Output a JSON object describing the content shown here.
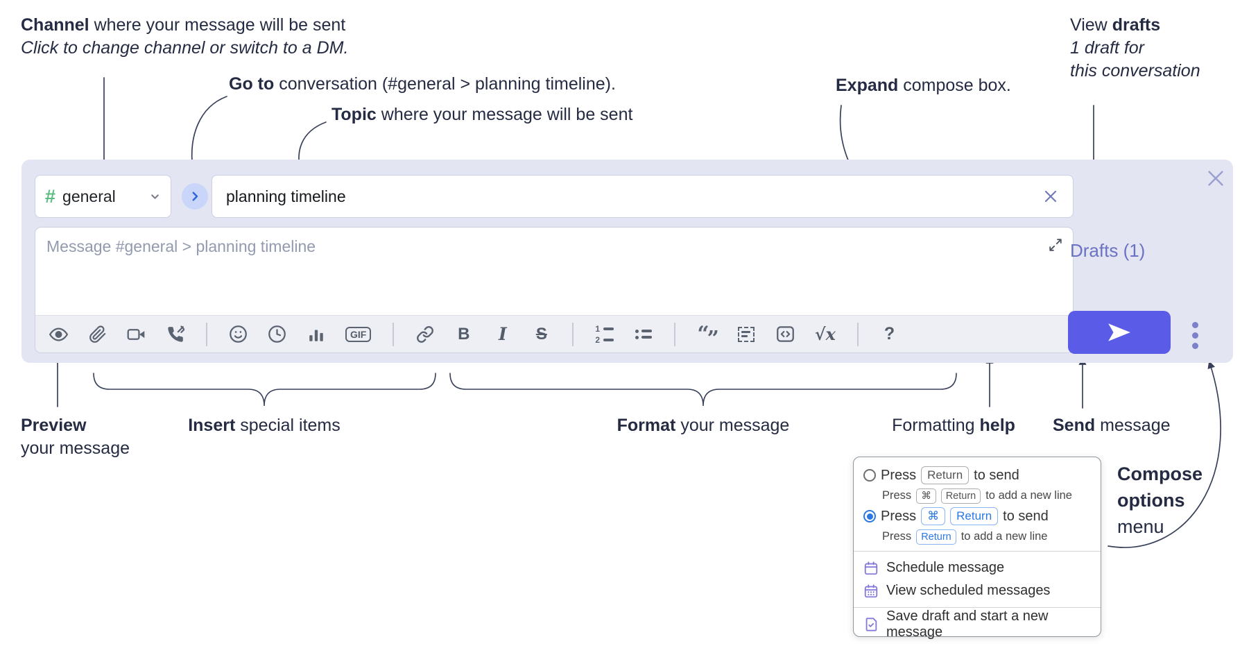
{
  "annotations": {
    "channel": {
      "bold": "Channel",
      "rest": " where your message will be sent",
      "italic": "Click to change channel or switch to a DM."
    },
    "goto": {
      "bold": "Go to",
      "rest": " conversation (#general > planning timeline)."
    },
    "topic": {
      "bold": "Topic",
      "rest": " where your message will be sent"
    },
    "expand": {
      "bold": "Expand",
      "rest": " compose box."
    },
    "view_drafts": {
      "regular": "View ",
      "bold": "drafts",
      "italic_line1": "1 draft for",
      "italic_line2": "this conversation"
    },
    "preview": {
      "bold": "Preview",
      "line2": "your message"
    },
    "insert": {
      "bold": "Insert",
      "rest": " special items"
    },
    "format": {
      "bold": "Format",
      "rest": " your message"
    },
    "help": {
      "regular": "Formatting ",
      "bold": "help"
    },
    "send": {
      "bold": "Send",
      "rest": " message"
    },
    "compose_options": {
      "line1": "Compose",
      "line2": "options",
      "line3": "menu"
    }
  },
  "compose": {
    "channel_hash": "#",
    "channel_name": "general",
    "topic_value": "planning timeline",
    "message_placeholder": "Message #general > planning timeline",
    "drafts_link": "Drafts (1)"
  },
  "toolbar": {
    "gif": "GIF",
    "bold": "B",
    "italic": "I",
    "strike": "S",
    "math": "√x",
    "help": "?",
    "ol_1": "1",
    "ol_2": "2",
    "quote_open": "“",
    "quote_close": "”"
  },
  "popup": {
    "option1": {
      "press": "Press",
      "key1": "Return",
      "suffix": "to send"
    },
    "option1_sub": {
      "press": "Press",
      "key1": "⌘",
      "key2": "Return",
      "suffix": "to add a new line"
    },
    "option2": {
      "press": "Press",
      "key1": "⌘",
      "key2": "Return",
      "suffix": "to send"
    },
    "option2_sub": {
      "press": "Press",
      "key1": "Return",
      "suffix": "to add a new line"
    },
    "items": [
      {
        "label": "Schedule message"
      },
      {
        "label": "View scheduled messages"
      },
      {
        "label": "Save draft and start a new message"
      }
    ]
  },
  "colors": {
    "accent_send": "#5a5ce8",
    "compose_bg": "#e3e5f3",
    "drafts_link": "#6b72c2",
    "radio_selected": "#2b78e4",
    "menu_icon_purple": "#8579d9",
    "annotation_text": "#252b42",
    "channel_hash_green": "#5bbd80"
  }
}
